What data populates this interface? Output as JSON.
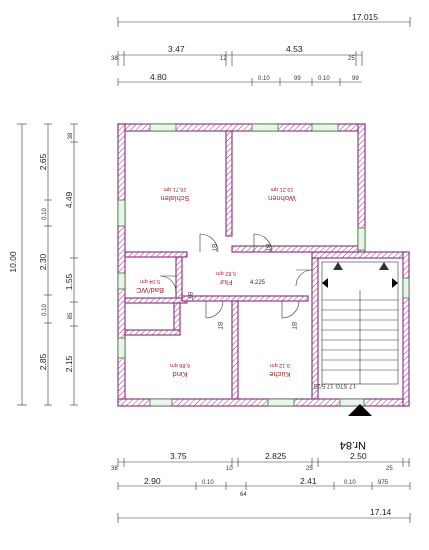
{
  "dimensions": {
    "top_total": "17.015",
    "top_row1": [
      "38",
      "3.47",
      "12",
      "4.53",
      "25"
    ],
    "top_row2": [
      "4.80",
      "0.10",
      "99",
      "0.10",
      "99"
    ],
    "left_outer": "10.00",
    "left_inner1": [
      "2.65",
      "0.10",
      "2.30",
      "0.10",
      "2.85"
    ],
    "left_inner2": [
      "38",
      "4.49",
      "1.55",
      "85",
      "2.15"
    ],
    "bottom_row1": [
      "38",
      "3.75",
      "10",
      "2.825",
      "25",
      "2.50",
      "25"
    ],
    "bottom_row2": [
      "2.90",
      "0.10",
      "64",
      "2.41",
      "0.10",
      "975"
    ],
    "bottom_total": "17.14"
  },
  "rooms": [
    {
      "name": "Schlafen",
      "area": "16,71 qm"
    },
    {
      "name": "Wohnen",
      "area": "19,21 qm"
    },
    {
      "name": "Bad/WC",
      "area": "5,04 qm"
    },
    {
      "name": "Flur",
      "area": "5,82 qm"
    },
    {
      "name": "Kind",
      "area": "6,86 qm"
    },
    {
      "name": "Küche",
      "area": "9,12 qm"
    }
  ],
  "misc_labels": {
    "flur_width": "4.225",
    "stairs": "17 STG 17,5/25",
    "door_tag": "BT",
    "north": "Nr.84"
  },
  "colors": {
    "wall": "#8a2a78",
    "room_text": "#b0283a",
    "window": "#3b7a3b"
  }
}
